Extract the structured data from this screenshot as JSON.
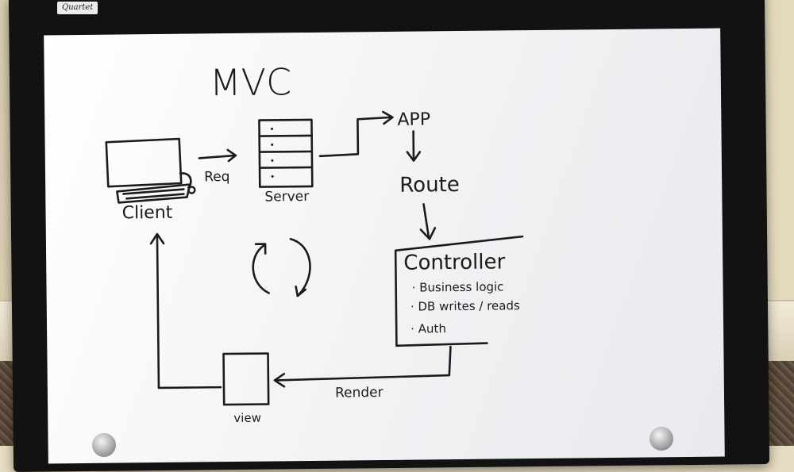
{
  "board": {
    "brand": "Quartet",
    "title": "MVC"
  },
  "nodes": {
    "client": {
      "label": "Client",
      "icon": "laptop-icon"
    },
    "server": {
      "label": "Server",
      "icon": "server-icon"
    },
    "app": {
      "label": "APP"
    },
    "route": {
      "label": "Route"
    },
    "controller": {
      "title": "Controller",
      "items": [
        "· Business logic",
        "· DB writes / reads",
        "· Auth"
      ]
    },
    "view": {
      "label": "view",
      "icon": "page-icon"
    }
  },
  "edges": {
    "req": "Req",
    "render": "Render",
    "cycle_icon": "cycle-arrows-icon"
  },
  "colors": {
    "ink": "#1b1b1b",
    "frame": "#121212",
    "board": "#f4f4f6"
  }
}
